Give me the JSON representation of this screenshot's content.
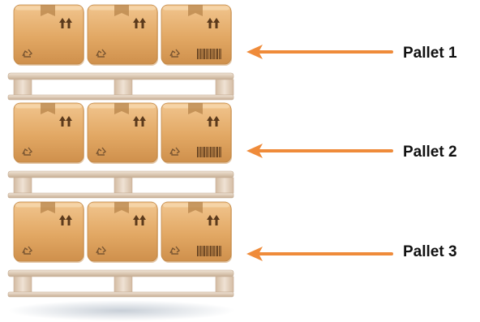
{
  "diagram": {
    "box_color": "#e7b074",
    "box_shadow_color": "#c98f4f",
    "tape_color": "#b7844a",
    "pallet_color": "#dcc9b4",
    "arrow_color": "#ef8b3a",
    "pallets": [
      {
        "label": "Pallet 1",
        "boxes": 3
      },
      {
        "label": "Pallet 2",
        "boxes": 3
      },
      {
        "label": "Pallet 3",
        "boxes": 3
      }
    ],
    "box_icons": [
      "this-way-up-icon",
      "recycle-icon",
      "barcode-icon"
    ]
  }
}
